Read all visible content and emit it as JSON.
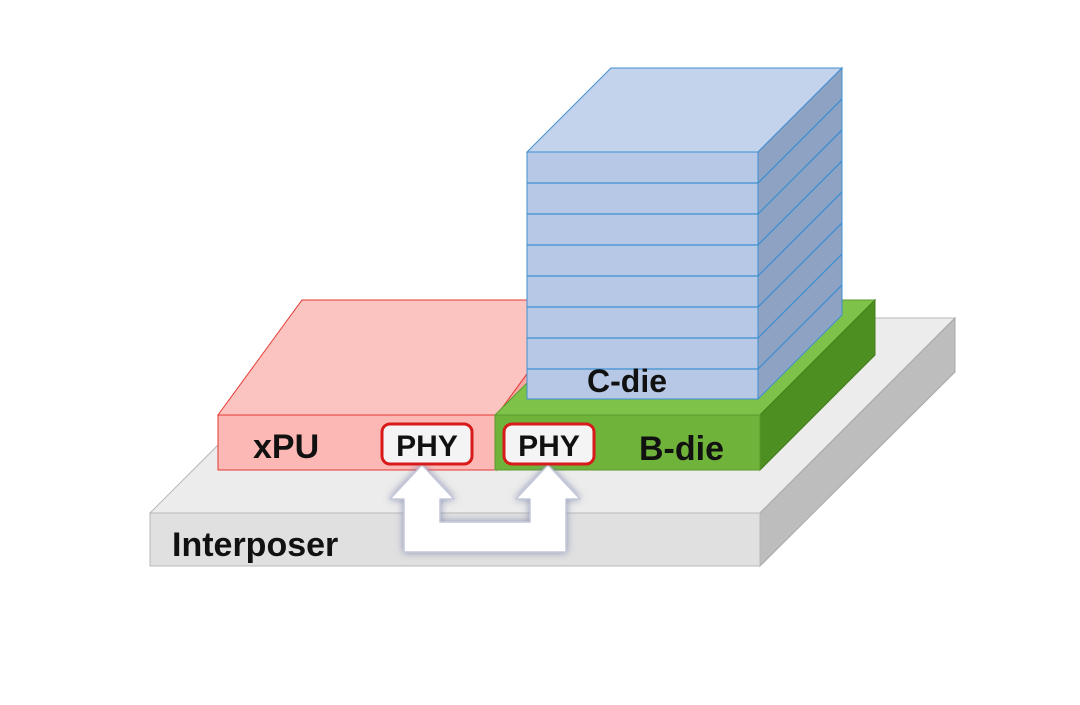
{
  "labels": {
    "interposer": "Interposer",
    "xpu": "xPU",
    "bdie": "B-die",
    "cdie": "C-die",
    "phy_left": "PHY",
    "phy_right": "PHY"
  },
  "colors": {
    "interposer_front": "#e0e0e0",
    "interposer_top": "#ececec",
    "interposer_side": "#bdbdbd",
    "xpu_front": "#fcb8b4",
    "xpu_top": "#fcc4c0",
    "xpu_edge": "#e53935",
    "bdie_front": "#6fb33a",
    "bdie_top": "#7ec24a",
    "bdie_side": "#4d8f21",
    "cdie_front": "#b6c8e6",
    "cdie_top": "#c4d3ec",
    "cdie_side": "#8ea2c4",
    "cdie_edge": "#3f8fd0",
    "phy_border": "#d81a1a",
    "arrow_fill": "#ffffff",
    "arrow_outline": "#9098b8"
  }
}
